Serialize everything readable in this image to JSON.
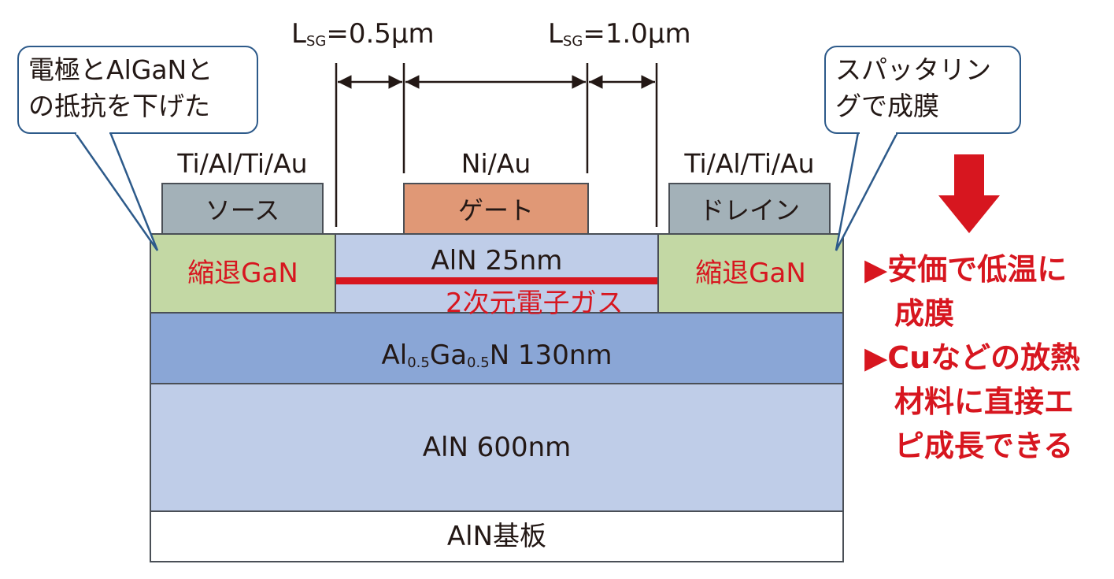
{
  "dimensions": {
    "lsg_left": "=0.5µm",
    "lsg_right": "=1.0µm",
    "l_letter": "L",
    "sg_sub": "SG"
  },
  "metals": {
    "source_metal": "Ti/Al/Ti/Au",
    "gate_metal": "Ni/Au",
    "drain_metal": "Ti/Al/Ti/Au"
  },
  "electrodes": {
    "source": "ソース",
    "gate": "ゲート",
    "drain": "ドレイン"
  },
  "layers": {
    "regrown_gan_left": "縮退GaN",
    "regrown_gan_right": "縮退GaN",
    "barrier": "AlN 25nm",
    "two_deg": "2次元電子ガス",
    "channel_prefix_al": "Al",
    "channel_sub1": "0.5",
    "channel_ga": "Ga",
    "channel_sub2": "0.5",
    "channel_suffix": "N 130nm",
    "buffer": "AlN 600nm",
    "substrate": "AlN基板"
  },
  "callouts": {
    "left_line1": "電極とAlGaNと",
    "left_line2": "の抵抗を下げた",
    "right_line1": "スパッタリン",
    "right_line2": "グで成膜"
  },
  "notes": {
    "line1": "▶安価で低温に",
    "line2": "成膜",
    "line3": "▶Cuなどの放熱",
    "line4": "材料に直接エ",
    "line5": "ピ成長できる"
  },
  "colors": {
    "light_blue": "#bfcde8",
    "mid_blue": "#8aa6d6",
    "green": "#c3d8a4",
    "gray": "#a3b1b8",
    "orange": "#e09876",
    "red": "#d7161f"
  }
}
